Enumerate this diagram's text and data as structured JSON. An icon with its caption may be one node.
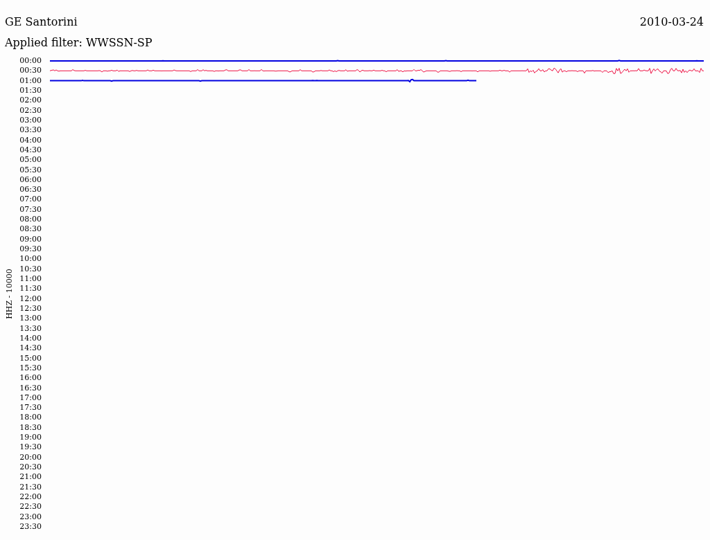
{
  "diagram": {
    "title": "GE Santorini",
    "labels": [
      "2010-03-24",
      "Applied filter: WWSSN-SP",
      "HHZ - 10000",
      "00:00",
      "00:30",
      "01:00",
      "01:30",
      "02:00",
      "02:30",
      "03:00",
      "03:30",
      "04:00",
      "04:30",
      "05:00",
      "05:30",
      "06:00",
      "06:30",
      "07:00",
      "07:30",
      "08:00",
      "08:30",
      "09:00",
      "09:30",
      "10:00",
      "10:30",
      "11:00",
      "11:30",
      "12:00",
      "12:30",
      "13:00",
      "13:30",
      "14:00",
      "14:30",
      "15:00",
      "15:30",
      "16:00",
      "16:30",
      "17:00",
      "17:30",
      "18:00",
      "18:30",
      "19:00",
      "19:30",
      "20:00",
      "20:30",
      "21:00",
      "21:30",
      "22:00",
      "22:30",
      "23:00",
      "23:30"
    ]
  }
}
